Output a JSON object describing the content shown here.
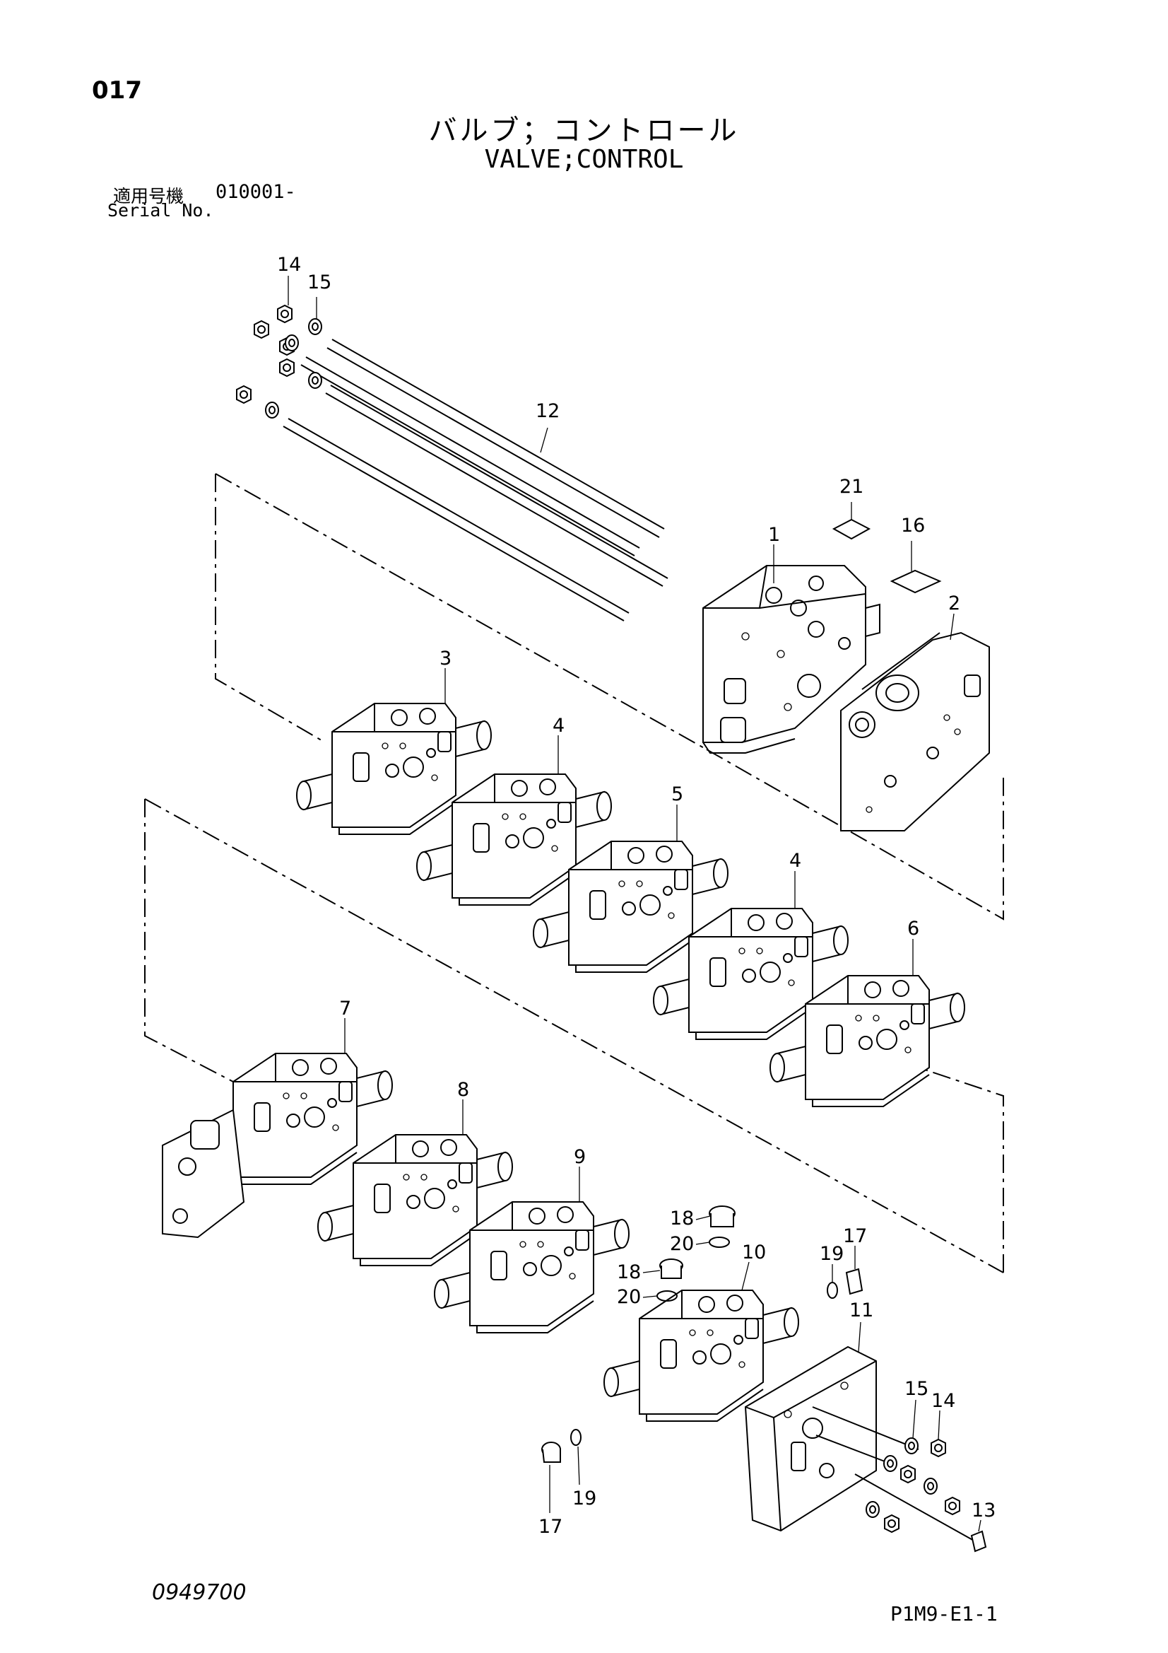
{
  "header": {
    "page_number": "017",
    "title_jp": "バルブ；コントロール",
    "title_en": "VALVE;CONTROL",
    "serial_label_jp": "適用号機",
    "serial_value": "010001-",
    "serial_label_en": "Serial No."
  },
  "footer": {
    "doc_number": "0949700",
    "figure_code": "P1M9-E1-1"
  },
  "callouts": {
    "c14a": "14",
    "c15a": "15",
    "c12": "12",
    "c21": "21",
    "c16": "16",
    "c1": "1",
    "c2": "2",
    "c3": "3",
    "c4a": "4",
    "c5": "5",
    "c4b": "4",
    "c6": "6",
    "c7": "7",
    "c8": "8",
    "c9": "9",
    "c18a": "18",
    "c20a": "20",
    "c18b": "18",
    "c20b": "20",
    "c10": "10",
    "c19a": "19",
    "c17a": "17",
    "c11": "11",
    "c15b": "15",
    "c14b": "14",
    "c13": "13",
    "c17b": "17",
    "c19b": "19"
  }
}
